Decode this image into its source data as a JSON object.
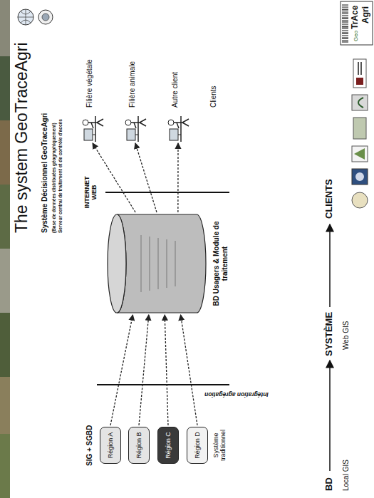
{
  "diagram": {
    "title": "The system GeoTraceAgri",
    "nodes": [
      {
        "text": [
          "Région A"
        ]
      },
      {
        "text": [
          "Région B"
        ]
      },
      {
        "text": [
          "Région C"
        ]
      },
      {
        "text": [
          "Région D"
        ]
      },
      {
        "text": [
          "BD Usagers & Module de traitement"
        ]
      },
      {
        "text": [
          "Filière végétale"
        ]
      },
      {
        "text": [
          "Filière animale"
        ]
      },
      {
        "text": [
          "Autre client"
        ]
      }
    ],
    "edges": [
      {
        "from": 0,
        "to": 4,
        "arrow": "to"
      },
      {
        "from": 1,
        "to": 4,
        "arrow": "to"
      },
      {
        "from": 2,
        "to": 4,
        "arrow": "to"
      },
      {
        "from": 3,
        "to": 4,
        "arrow": "to"
      },
      {
        "from": 4,
        "to": 5,
        "arrow": "to"
      },
      {
        "from": 4,
        "to": 6,
        "arrow": "to"
      },
      {
        "from": 4,
        "to": 7,
        "arrow": "to"
      }
    ],
    "labels": [
      "Système Décisionnel GeoTraceAgri",
      "(Base de données distribuées géographiquement)",
      "Serveur central de traitement et de contrôle d'accès",
      "SIG + SGBD",
      "Système traditionnel",
      "Intégration agrégation",
      "INTERNET WEB",
      "Clients",
      "BD",
      "Local GIS",
      "SYSTÈME",
      "Web GIS",
      "CLIENTS",
      "Geo",
      "TrAce",
      "Agri"
    ]
  }
}
